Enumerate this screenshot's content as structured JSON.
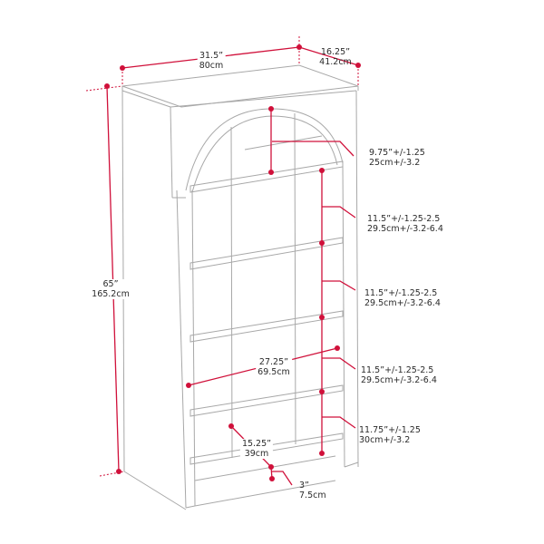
{
  "diagram": {
    "subject": "Arched bookcase with dimensions",
    "accent_color": "#d0103a",
    "line_color": "#9a9a9a"
  },
  "dimensions": {
    "width": {
      "imperial": "31.5”",
      "metric": "80cm"
    },
    "depth": {
      "imperial": "16.25”",
      "metric": "41.2cm"
    },
    "height": {
      "imperial": "65”",
      "metric": "165.2cm"
    },
    "arch_shelf": {
      "imperial": "9.75”+/-1.25",
      "metric": "25cm+/-3.2"
    },
    "shelf_2": {
      "imperial": "11.5”+/-1.25-2.5",
      "metric": "29.5cm+/-3.2-6.4"
    },
    "shelf_3": {
      "imperial": "11.5”+/-1.25-2.5",
      "metric": "29.5cm+/-3.2-6.4"
    },
    "shelf_4": {
      "imperial": "11.5”+/-1.25-2.5",
      "metric": "29.5cm+/-3.2-6.4"
    },
    "shelf_5": {
      "imperial": "11.75”+/-1.25",
      "metric": "30cm+/-3.2"
    },
    "inner_width": {
      "imperial": "27.25”",
      "metric": "69.5cm"
    },
    "inner_depth": {
      "imperial": "15.25”",
      "metric": "39cm"
    },
    "base": {
      "imperial": "3”",
      "metric": "7.5cm"
    }
  }
}
